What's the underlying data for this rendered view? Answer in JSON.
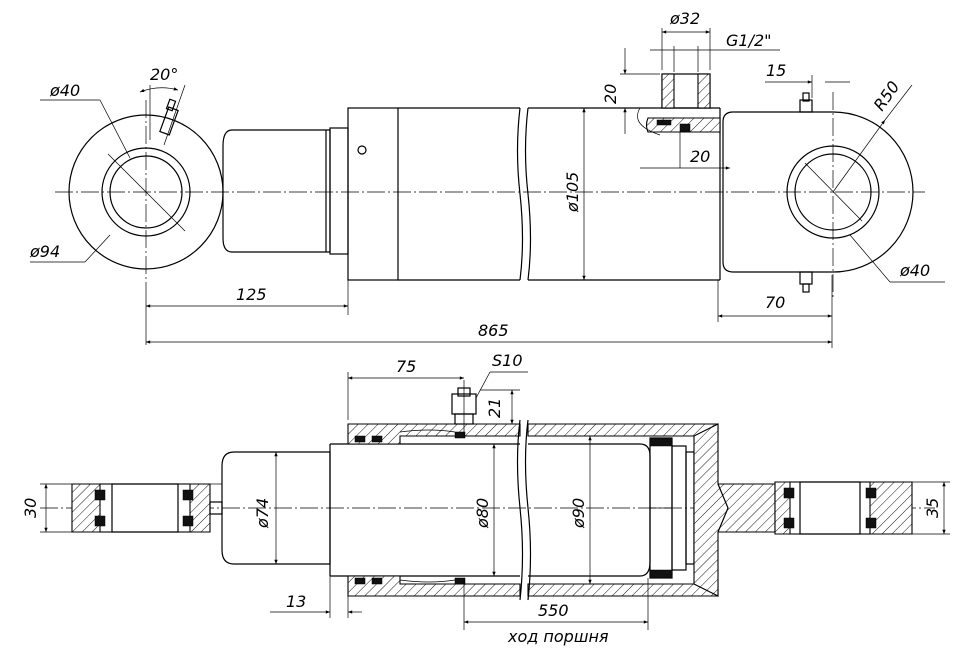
{
  "top_view": {
    "eye_left": {
      "bore": "ø40",
      "outer": "ø94",
      "angle": "20°"
    },
    "port": {
      "diameter": "ø32",
      "thread": "G1/2\"",
      "height": "20",
      "depth": "20"
    },
    "body_diameter": "ø105",
    "eye_right": {
      "radius": "R50",
      "bore": "ø40"
    },
    "dim_15": "15",
    "dim_125": "125",
    "dim_70": "70",
    "dim_865": "865"
  },
  "bottom_view": {
    "dim_75": "75",
    "wrench": "S10",
    "dim_21": "21",
    "rod_left_thickness": "30",
    "rod_diameter": "ø74",
    "piston_rod_diameter": "ø80",
    "bore_diameter": "ø90",
    "eye_right_thickness": "35",
    "dim_13": "13",
    "stroke": "550",
    "stroke_label": "ход поршня"
  }
}
